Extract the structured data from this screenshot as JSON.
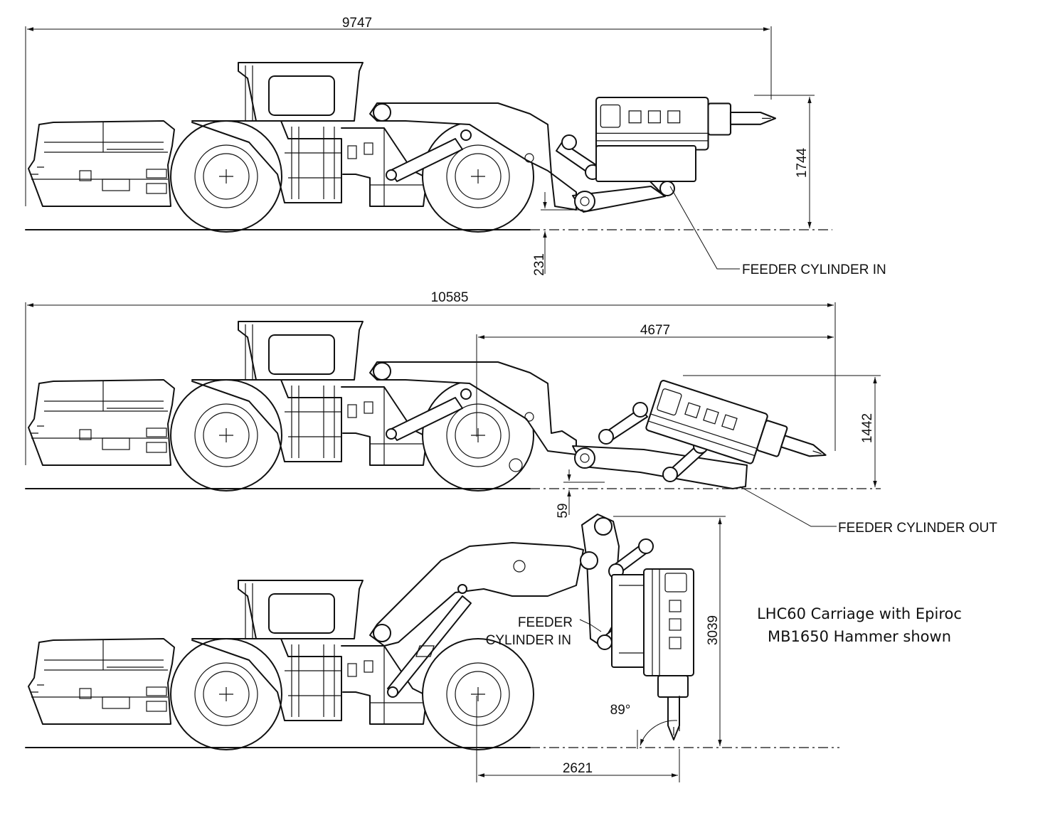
{
  "views": [
    {
      "overall_length": "9747",
      "hammer_height": "1744",
      "ground_clearance": "231",
      "callout": "FEEDER CYLINDER IN"
    },
    {
      "overall_length": "10585",
      "boom_reach": "4677",
      "hammer_height": "1442",
      "ground_clearance": "59",
      "callout": "FEEDER CYLINDER OUT"
    },
    {
      "max_height": "3039",
      "callout_line1": "FEEDER",
      "callout_line2": "CYLINDER IN",
      "angle": "89°",
      "horizontal_offset": "2621"
    }
  ],
  "caption": {
    "line1": "LHC60 Carriage with Epiroc",
    "line2": "MB1650 Hammer shown"
  },
  "icons": {
    "wheel_hub": "crosshair-icon",
    "angle_marker": "arc-arrow-icon"
  }
}
